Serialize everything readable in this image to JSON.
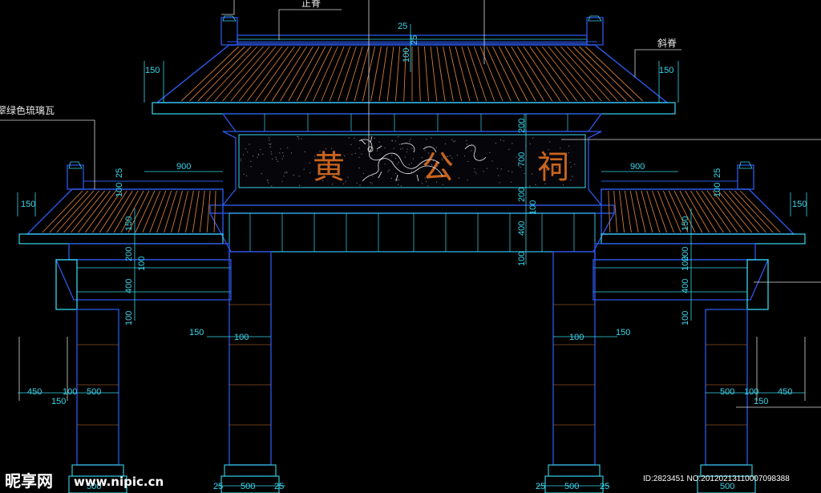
{
  "labels": {
    "ridge_top": "正脊",
    "slope_ridge": "斜脊",
    "tile": "翠绿色琉璃瓦"
  },
  "plaque": [
    "黄",
    "公",
    "祠"
  ],
  "dims": {
    "d25": "25",
    "d100": "100",
    "d150": "150",
    "d200": "200",
    "d400": "400",
    "d450": "450",
    "d500": "500",
    "d700": "700",
    "d900": "900"
  },
  "watermark": {
    "brand": "昵享网",
    "site": "www.nipic.cn",
    "id": "ID:2823451 NO:20120213110007098388"
  },
  "colors": {
    "outline": "#2c58e8",
    "line": "#38d6ec",
    "tile": "#d07a3c",
    "char": "#c9641e",
    "leader": "#d8d8d8"
  }
}
